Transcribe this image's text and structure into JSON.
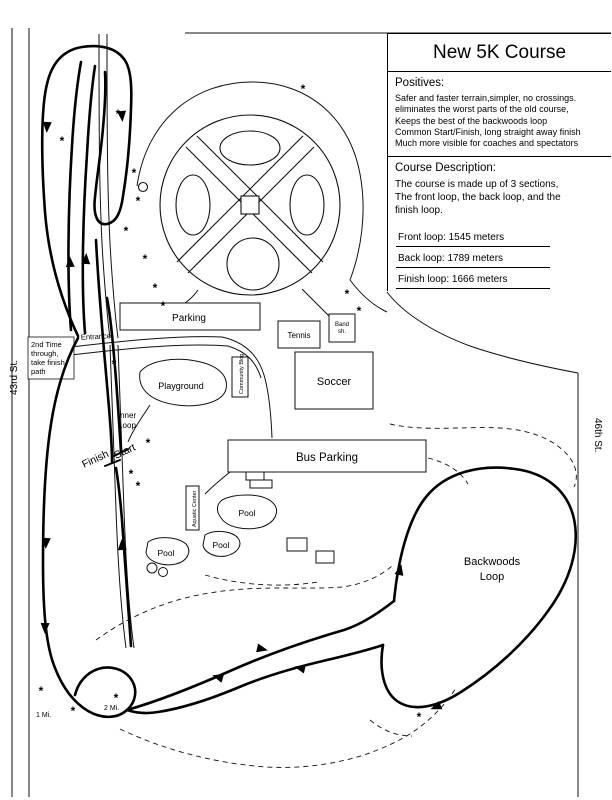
{
  "panel": {
    "title": "New 5K Course",
    "positives_heading": "Positives:",
    "positives_lines": [
      "Safer and faster terrain,simpler, no crossings.",
      "eliminates the worst parts of the old course,",
      "Keeps the best of the backwoods loop",
      "Common Start/Finish, long straight away finish",
      "Much more visible for coaches and spectators"
    ],
    "description_heading": "Course Description:",
    "description_lines": [
      "The course is made up of 3 sections,",
      "The front loop, the back loop, and the",
      "finish loop."
    ],
    "stats": {
      "front": "Front loop: 1545 meters",
      "back": "Back loop: 1789 meters",
      "finish": "Finish loop: 1666 meters"
    }
  },
  "map": {
    "streets": {
      "west": "43rd St.",
      "east": "46th St."
    },
    "areas": {
      "parking": "Parking",
      "tennis": "Tennis",
      "band_line1": "Band",
      "band_line2": "sh.",
      "soccer": "Soccer",
      "playground": "Playground",
      "bus_parking": "Bus Parking",
      "pool_a": "Pool",
      "pool_b": "Pool",
      "pool_c": "Pool",
      "community_bldg": "Community Bldg",
      "aquatic_center": "Aquatic Center"
    },
    "course": {
      "start": "Start",
      "finish": "Finish",
      "inner_loop_line1": "Inner",
      "inner_loop_line2": "Loop",
      "entrance": "Entrance",
      "backwoods_line1": "Backwoods",
      "backwoods_line2": "Loop",
      "mile1": "1 Mi.",
      "mile2": "2 Mi.",
      "note_lines": [
        "2nd Time",
        "through,",
        "take finish",
        "path"
      ]
    },
    "marker": "*"
  }
}
